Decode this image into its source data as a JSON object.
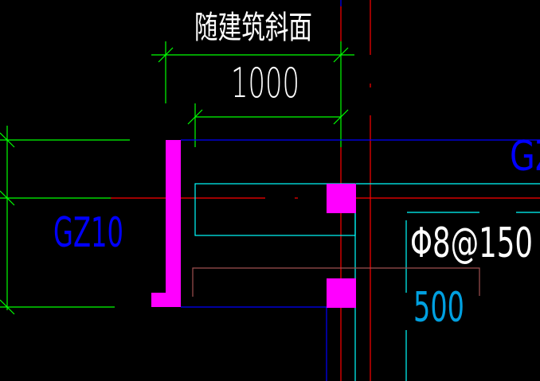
{
  "drawing": {
    "title_note": "随建筑斜面",
    "dimension_top": "1000",
    "column_label_left": "GZ10",
    "column_label_right": "GZ",
    "rebar_spec": "Φ8@150",
    "dimension_bottom": "500"
  },
  "colors": {
    "background": "#000000",
    "dimension": "#00ff00",
    "axis": "#ff0000",
    "wall": "#0000ff",
    "column": "#ff00ff",
    "rebar": "#00ffff",
    "leader": "#a05050",
    "text": "#ffffff",
    "dim_text_cyan": "#00a0e0"
  }
}
